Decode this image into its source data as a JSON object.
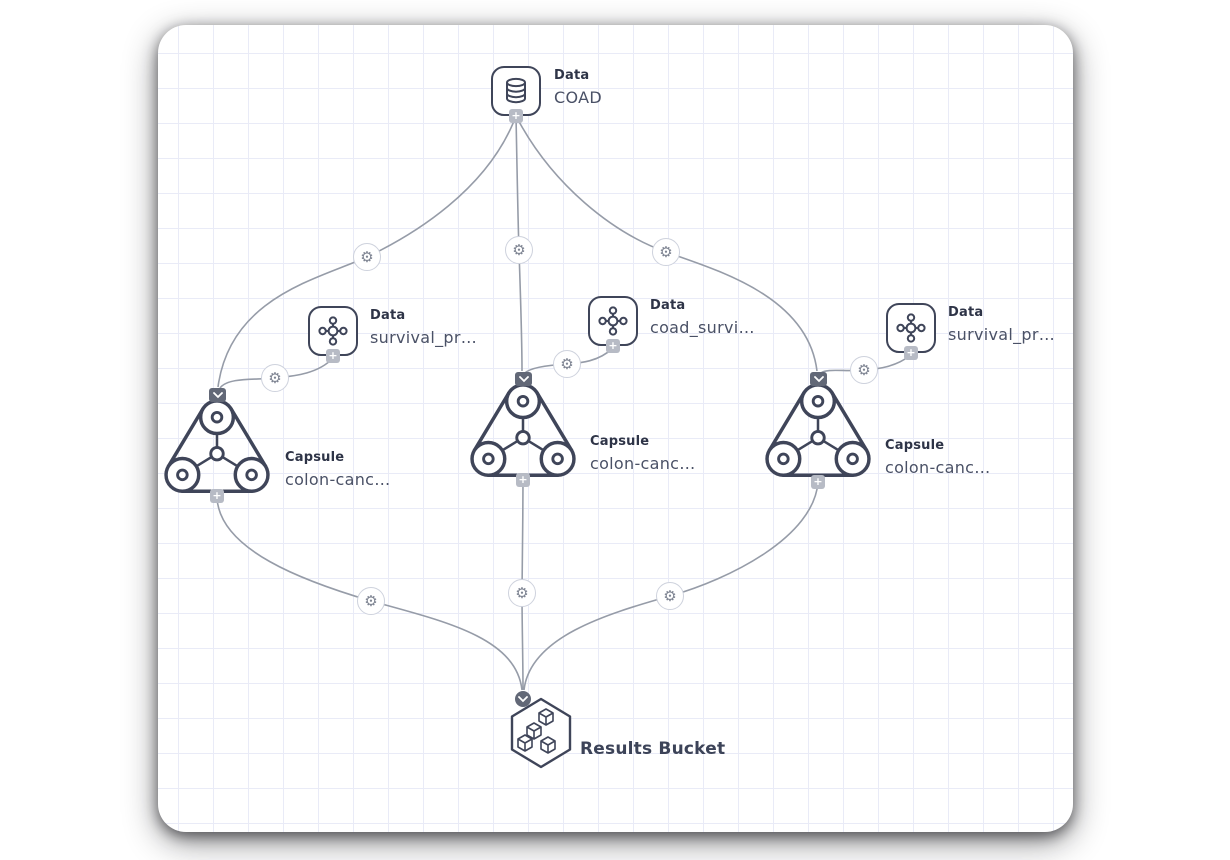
{
  "canvas": {
    "kind": "pipeline-graph"
  },
  "icons": {
    "gear": "⚙",
    "plus": "+",
    "database": "database-icon",
    "combine": "combined-data-icon",
    "capsule": "capsule-icon",
    "bucket": "results-bucket-icon"
  },
  "colors": {
    "node_border": "#3f4559",
    "edge": "#969ca8",
    "grid": "#e9ebf7",
    "port_gray": "#b7bbc5",
    "port_dark": "#626877",
    "label_bold": "#2e3447",
    "label_name": "#4a5166"
  },
  "nodes": {
    "coad": {
      "type_label": "Data",
      "name": "COAD"
    },
    "data_left": {
      "type_label": "Data",
      "name": "survival_pr…"
    },
    "data_middle": {
      "type_label": "Data",
      "name": "coad_survi…"
    },
    "data_right": {
      "type_label": "Data",
      "name": "survival_pr…"
    },
    "capsule_left": {
      "type_label": "Capsule",
      "name": "colon-canc…"
    },
    "capsule_middle": {
      "type_label": "Capsule",
      "name": "colon-canc…"
    },
    "capsule_right": {
      "type_label": "Capsule",
      "name": "colon-canc…"
    },
    "results": {
      "name": "Results Bucket"
    }
  }
}
